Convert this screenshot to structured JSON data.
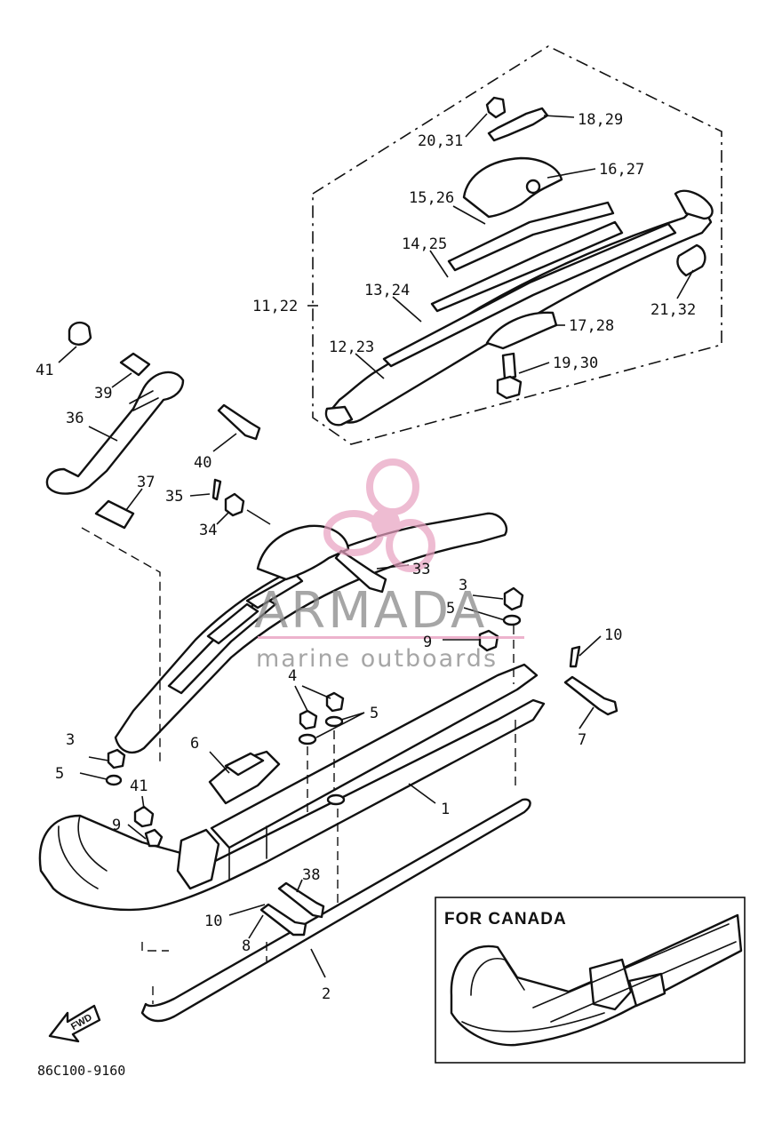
{
  "diagram": {
    "callouts": [
      {
        "id": "c1",
        "text": "1"
      },
      {
        "id": "c2",
        "text": "2"
      },
      {
        "id": "c3a",
        "text": "3"
      },
      {
        "id": "c3b",
        "text": "3"
      },
      {
        "id": "c4",
        "text": "4"
      },
      {
        "id": "c5a",
        "text": "5"
      },
      {
        "id": "c5b",
        "text": "5"
      },
      {
        "id": "c5c",
        "text": "5"
      },
      {
        "id": "c6",
        "text": "6"
      },
      {
        "id": "c7",
        "text": "7"
      },
      {
        "id": "c8",
        "text": "8"
      },
      {
        "id": "c9a",
        "text": "9"
      },
      {
        "id": "c9b",
        "text": "9"
      },
      {
        "id": "c10a",
        "text": "10"
      },
      {
        "id": "c10b",
        "text": "10"
      },
      {
        "id": "c1122",
        "text": "11,22"
      },
      {
        "id": "c1223",
        "text": "12,23"
      },
      {
        "id": "c1324",
        "text": "13,24"
      },
      {
        "id": "c1425",
        "text": "14,25"
      },
      {
        "id": "c1526",
        "text": "15,26"
      },
      {
        "id": "c1627",
        "text": "16,27"
      },
      {
        "id": "c1728",
        "text": "17,28"
      },
      {
        "id": "c1829",
        "text": "18,29"
      },
      {
        "id": "c1930",
        "text": "19,30"
      },
      {
        "id": "c2031",
        "text": "20,31"
      },
      {
        "id": "c2132",
        "text": "21,32"
      },
      {
        "id": "c33",
        "text": "33"
      },
      {
        "id": "c34",
        "text": "34"
      },
      {
        "id": "c35",
        "text": "35"
      },
      {
        "id": "c36",
        "text": "36"
      },
      {
        "id": "c37",
        "text": "37"
      },
      {
        "id": "c38",
        "text": "38"
      },
      {
        "id": "c39",
        "text": "39"
      },
      {
        "id": "c40",
        "text": "40"
      },
      {
        "id": "c41a",
        "text": "41"
      },
      {
        "id": "c41b",
        "text": "41"
      }
    ],
    "inset_title": "FOR CANADA",
    "figure_code": "86C100-9160",
    "fwd_label": "FWD"
  },
  "watermark": {
    "brand": "ARMADA",
    "tagline": "marine outboards",
    "color": "#e8a0c0"
  }
}
